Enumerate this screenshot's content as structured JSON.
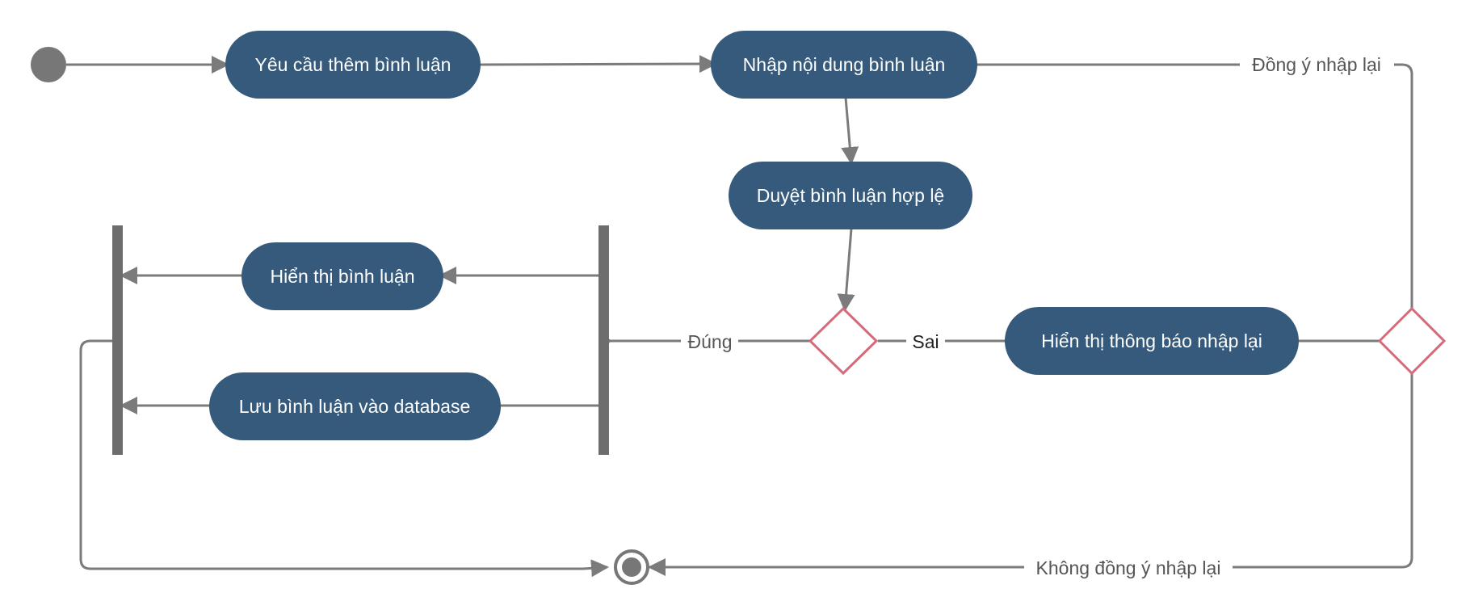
{
  "colors": {
    "node_fill": "#355a7b",
    "node_text": "#ffffff",
    "edge": "#7b7b7b",
    "decision_stroke": "#d46a7a",
    "bar": "#6d6d6d",
    "start": "#777777",
    "label": "#555555"
  },
  "nodes": {
    "request_add": "Yêu cầu thêm bình luận",
    "enter_content": "Nhập nội dung bình luận",
    "validate": "Duyệt bình luận hợp lệ",
    "show_comment": "Hiển thị bình luận",
    "save_db": "Lưu bình luận vào database",
    "show_reenter": "Hiển thị thông báo nhập lại"
  },
  "edge_labels": {
    "valid": "Đúng",
    "invalid": "Sai",
    "agree_reenter": "Đồng ý nhập lại",
    "disagree_reenter": "Không đồng ý nhập lại"
  }
}
